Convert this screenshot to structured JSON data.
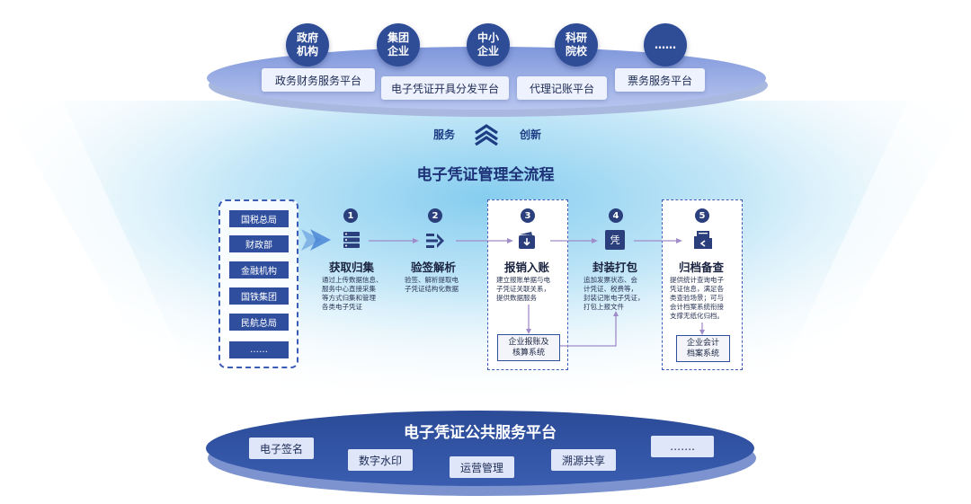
{
  "top": {
    "circles": [
      "政府机构",
      "集团企业",
      "中小企业",
      "科研院校",
      "……"
    ],
    "platforms": [
      "政务财务服务平台",
      "电子凭证开具分发平台",
      "代理记账平台",
      "票务服务平台"
    ]
  },
  "middle": {
    "left_label": "服务",
    "right_label": "创新",
    "title": "电子凭证管理全流程"
  },
  "sources": [
    "国税总局",
    "财政部",
    "金融机构",
    "国铁集团",
    "民航总局",
    "……"
  ],
  "steps": [
    {
      "num": "1",
      "title": "获取归集",
      "icon": "server-stack-icon",
      "desc": [
        "通过上传数据信息、",
        "服务中心直接采集",
        "等方式归集和管理",
        "各类电子凭证"
      ]
    },
    {
      "num": "2",
      "title": "验签解析",
      "icon": "parse-arrows-icon",
      "desc": [
        "验签、解析提取电",
        "子凭证结构化数据"
      ]
    },
    {
      "num": "3",
      "title": "报销入账",
      "icon": "wallet-download-icon",
      "desc": [
        "建立报账单据与电",
        "子凭证关联关系，",
        "提供数据服务"
      ]
    },
    {
      "num": "4",
      "title": "封装打包",
      "icon": "voucher-ticket-icon",
      "icon_char": "凭",
      "desc": [
        "追加发票状态、会",
        "计凭证、税费等，",
        "封装记账电子凭证，",
        "打包上报文件"
      ]
    },
    {
      "num": "5",
      "title": "归档备查",
      "icon": "archive-folder-icon",
      "desc": [
        "提供统计查询电子",
        "凭证信息，满足各",
        "类查验场景；可与",
        "会计档案系统衔接",
        "支撑无纸化归档。"
      ]
    }
  ],
  "systems": {
    "reimburse": [
      "企业报账及",
      "核算系统"
    ],
    "archive": [
      "企业会计",
      "档案系统"
    ]
  },
  "bottom": {
    "title": "电子凭证公共服务平台",
    "chips": [
      "电子签名",
      "数字水印",
      "运营管理",
      "溯源共享",
      "……."
    ]
  },
  "colors": {
    "primary": "#2f4e9e",
    "dark": "#1d3277",
    "light": "#cbe9f8",
    "connector": "#a08cc8"
  }
}
